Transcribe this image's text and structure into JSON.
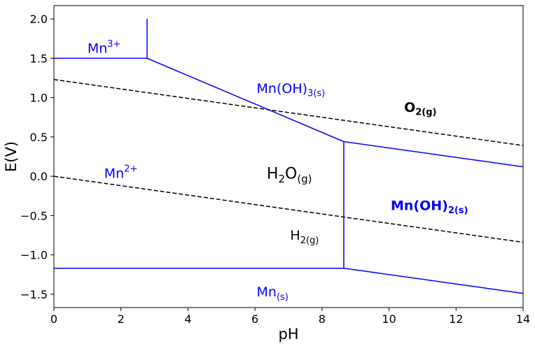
{
  "chart_data": {
    "type": "line",
    "title": "",
    "xlabel": "pH",
    "ylabel": "E(V)",
    "xlim": [
      0,
      14
    ],
    "ylim": [
      -1.67,
      2.17
    ],
    "xticks": [
      0,
      2,
      4,
      6,
      8,
      10,
      12,
      14
    ],
    "yticks": [
      -1.5,
      -1.0,
      -0.5,
      0.0,
      0.5,
      1.0,
      1.5,
      2.0
    ],
    "ytick_labels": [
      "−1.5",
      "−1.0",
      "−0.5",
      "0.0",
      "0.5",
      "1.0",
      "1.5",
      "2.0"
    ],
    "grid": false,
    "colors": {
      "boundary": "#0000ff",
      "water": "#000000"
    },
    "boundaries": [
      {
        "x": [
          0,
          2.78
        ],
        "y": [
          1.5,
          1.5
        ]
      },
      {
        "x": [
          2.78,
          2.78
        ],
        "y": [
          1.5,
          2.0
        ]
      },
      {
        "x": [
          2.78,
          8.65
        ],
        "y": [
          1.5,
          0.44
        ]
      },
      {
        "x": [
          8.65,
          14
        ],
        "y": [
          0.44,
          0.12
        ]
      },
      {
        "x": [
          8.65,
          8.65
        ],
        "y": [
          0.44,
          -1.17
        ]
      },
      {
        "x": [
          0,
          8.65
        ],
        "y": [
          -1.17,
          -1.17
        ]
      },
      {
        "x": [
          8.65,
          14
        ],
        "y": [
          -1.17,
          -1.49
        ]
      }
    ],
    "water_lines": [
      {
        "x": [
          0,
          14
        ],
        "y": [
          1.23,
          0.39
        ]
      },
      {
        "x": [
          0,
          14
        ],
        "y": [
          0.0,
          -0.84
        ]
      }
    ],
    "labels": [
      {
        "base": "Mn",
        "sup": "3+",
        "sub": "",
        "x": 1.0,
        "y": 1.63,
        "color": "#0000ff",
        "size": 19,
        "bold": false
      },
      {
        "base": "Mn(OH)",
        "sup": "",
        "sub": "3(s)",
        "x": 6.05,
        "y": 1.12,
        "color": "#0000ff",
        "size": 19,
        "bold": false
      },
      {
        "base": "O",
        "sup": "",
        "sub": "2(g)",
        "x": 10.45,
        "y": 0.88,
        "color": "#000000",
        "size": 19,
        "bold": true
      },
      {
        "base": "Mn",
        "sup": "2+",
        "sub": "",
        "x": 1.5,
        "y": 0.04,
        "color": "#0000ff",
        "size": 19,
        "bold": false
      },
      {
        "base": "H",
        "sup": "",
        "sub": "",
        "x": 6.35,
        "y": 0.04,
        "color": "#000000",
        "size": 22,
        "bold": false,
        "mid": "2",
        "tail": "O",
        "tailsub": "(g)"
      },
      {
        "base": "Mn(OH)",
        "sup": "",
        "sub": "2(s)",
        "x": 10.05,
        "y": -0.37,
        "color": "#0000ff",
        "size": 19,
        "bold": true
      },
      {
        "base": "H",
        "sup": "",
        "sub": "2(g)",
        "x": 7.05,
        "y": -0.75,
        "color": "#000000",
        "size": 19,
        "bold": false
      },
      {
        "base": "Mn",
        "sup": "",
        "sub": "(s)",
        "x": 6.05,
        "y": -1.47,
        "color": "#0000ff",
        "size": 19,
        "bold": false
      }
    ]
  }
}
